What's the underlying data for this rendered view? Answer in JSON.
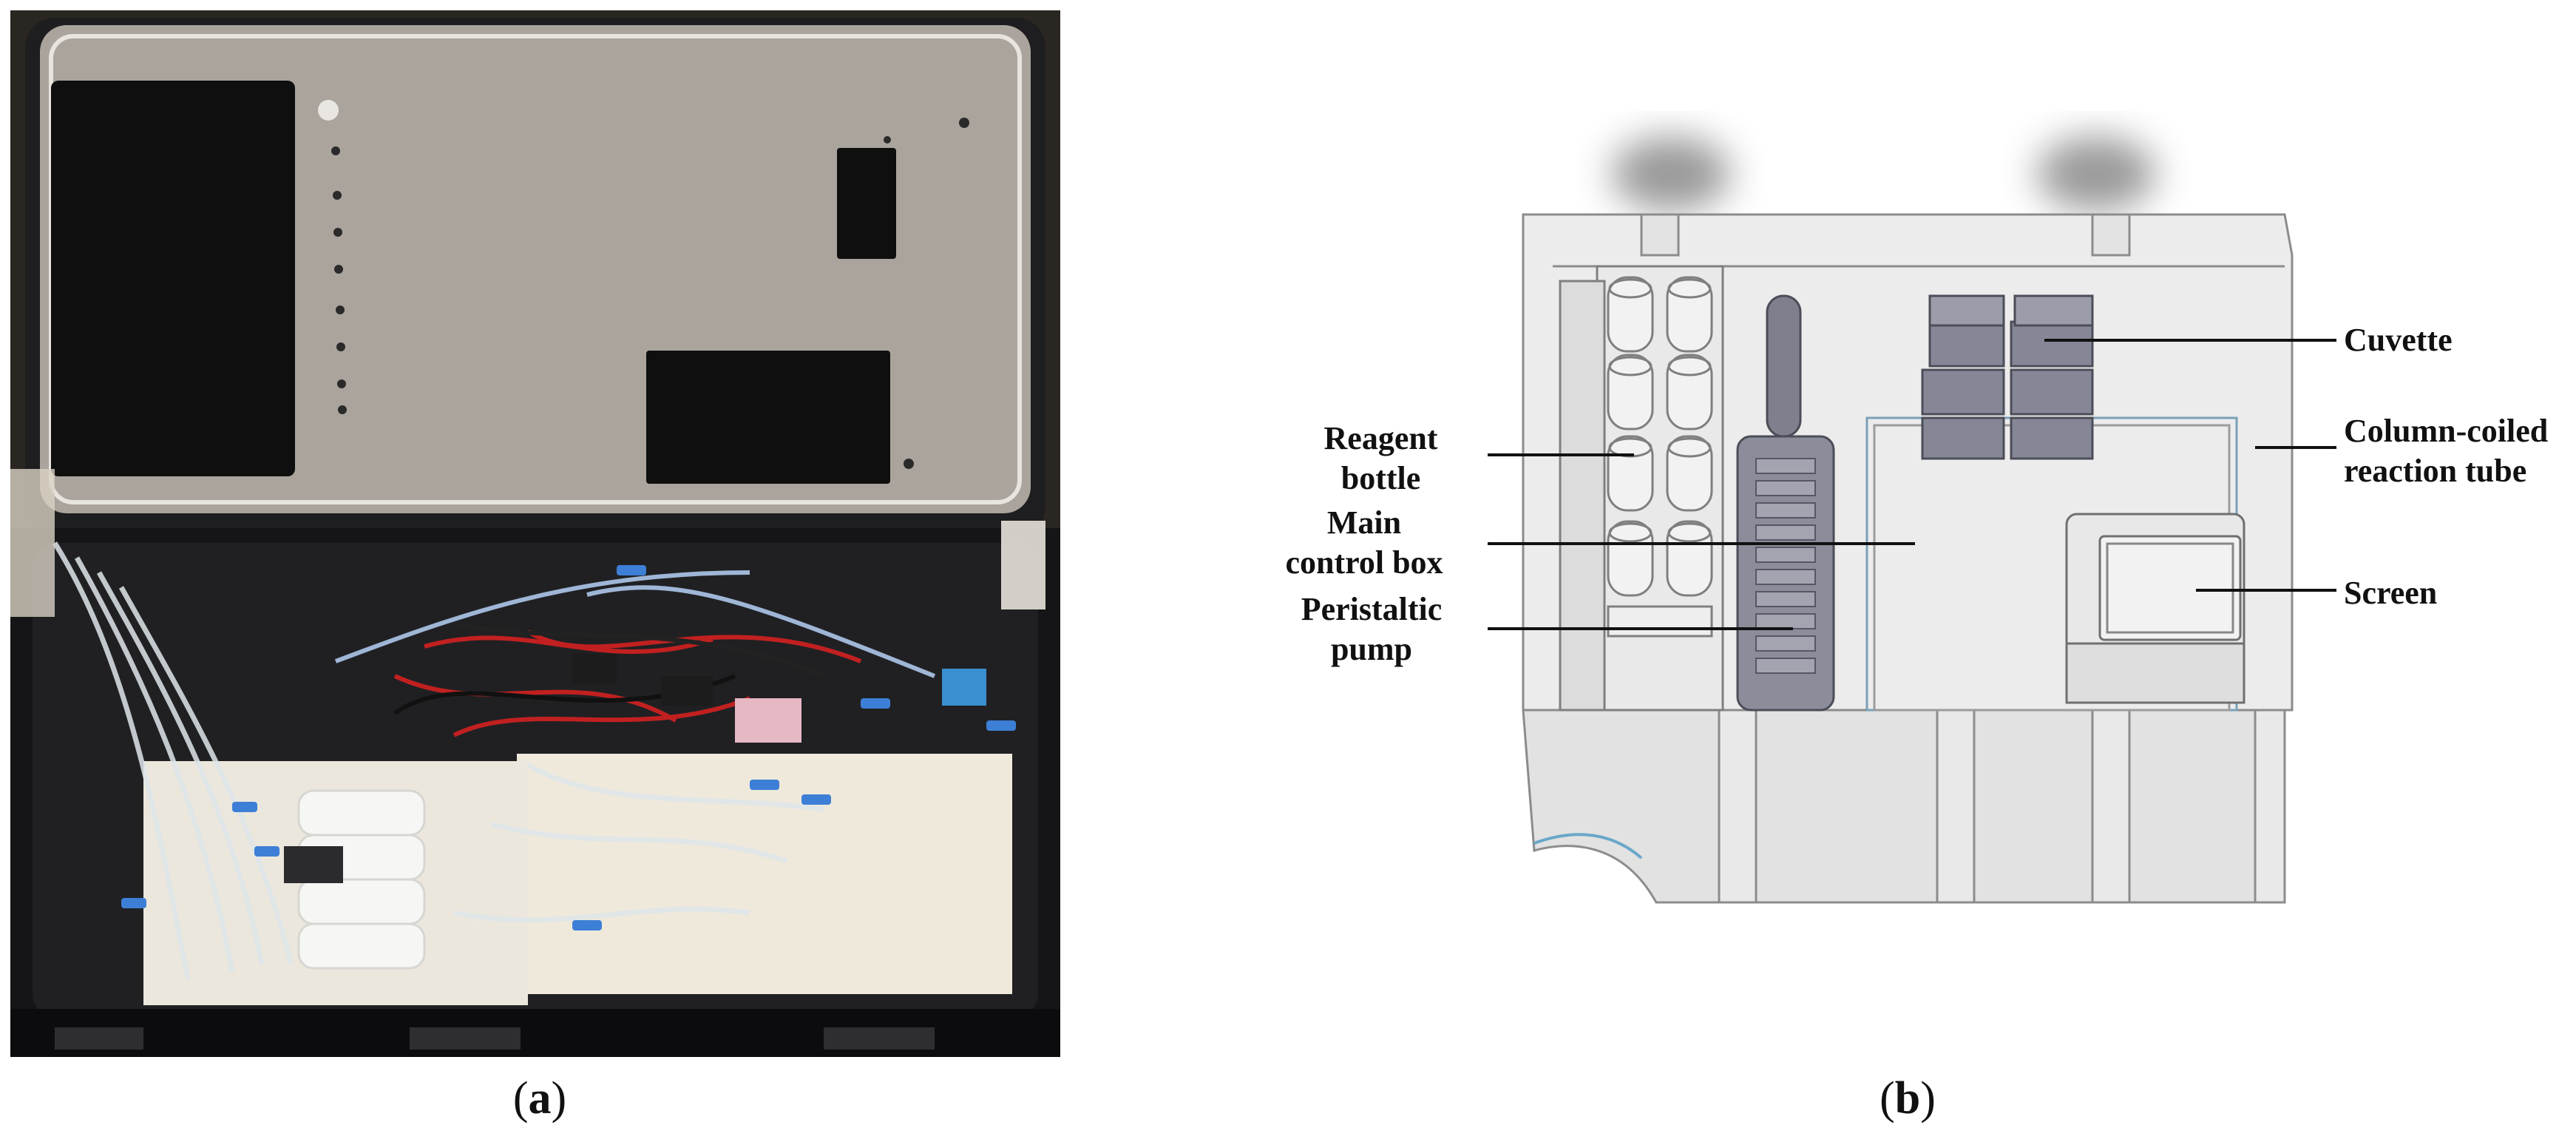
{
  "figure": {
    "panel_a": {
      "caption_open": "(",
      "caption_letter": "a",
      "caption_close": ")"
    },
    "panel_b": {
      "caption_open": "(",
      "caption_letter": "b",
      "caption_close": ")",
      "callouts": {
        "reagent_bottle": [
          "Reagent",
          "bottle"
        ],
        "main_control_box": [
          "Main",
          "control box"
        ],
        "peristaltic_pump": [
          "Peristaltic",
          "pump"
        ],
        "cuvette": [
          "Cuvette"
        ],
        "column_coiled": [
          "Column-coiled",
          "reaction tube"
        ],
        "screen": [
          "Screen"
        ]
      }
    }
  },
  "colors": {
    "case_black": "#1b1b1d",
    "lid_grey": "#b9b3ac",
    "panel_cream": "#ece6d6",
    "cad_grey": "#e3e3e3",
    "cad_dark": "#7d7f8c"
  }
}
